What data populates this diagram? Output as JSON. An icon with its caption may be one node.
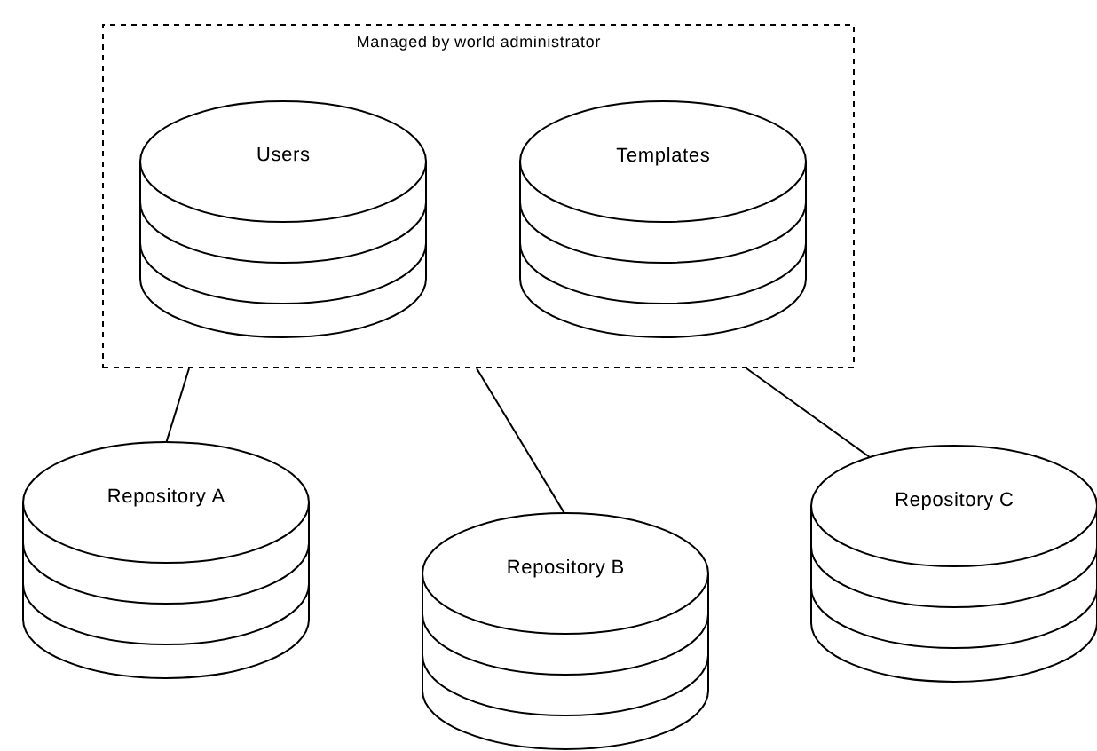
{
  "diagram": {
    "nodes": [
      {
        "text": [
          "Managed by world administrator"
        ]
      },
      {
        "text": [
          "Users"
        ],
        "in": 0
      },
      {
        "text": [
          "Templates"
        ],
        "in": 0
      },
      {
        "text": [
          "Repository A"
        ]
      },
      {
        "text": [
          "Repository B"
        ]
      },
      {
        "text": [
          "Repository C"
        ]
      }
    ],
    "edges": [
      {
        "from": 0,
        "to": 3,
        "arrow": "none"
      },
      {
        "from": 0,
        "to": 4,
        "arrow": "none"
      },
      {
        "from": 0,
        "to": 5,
        "arrow": "none"
      }
    ]
  }
}
